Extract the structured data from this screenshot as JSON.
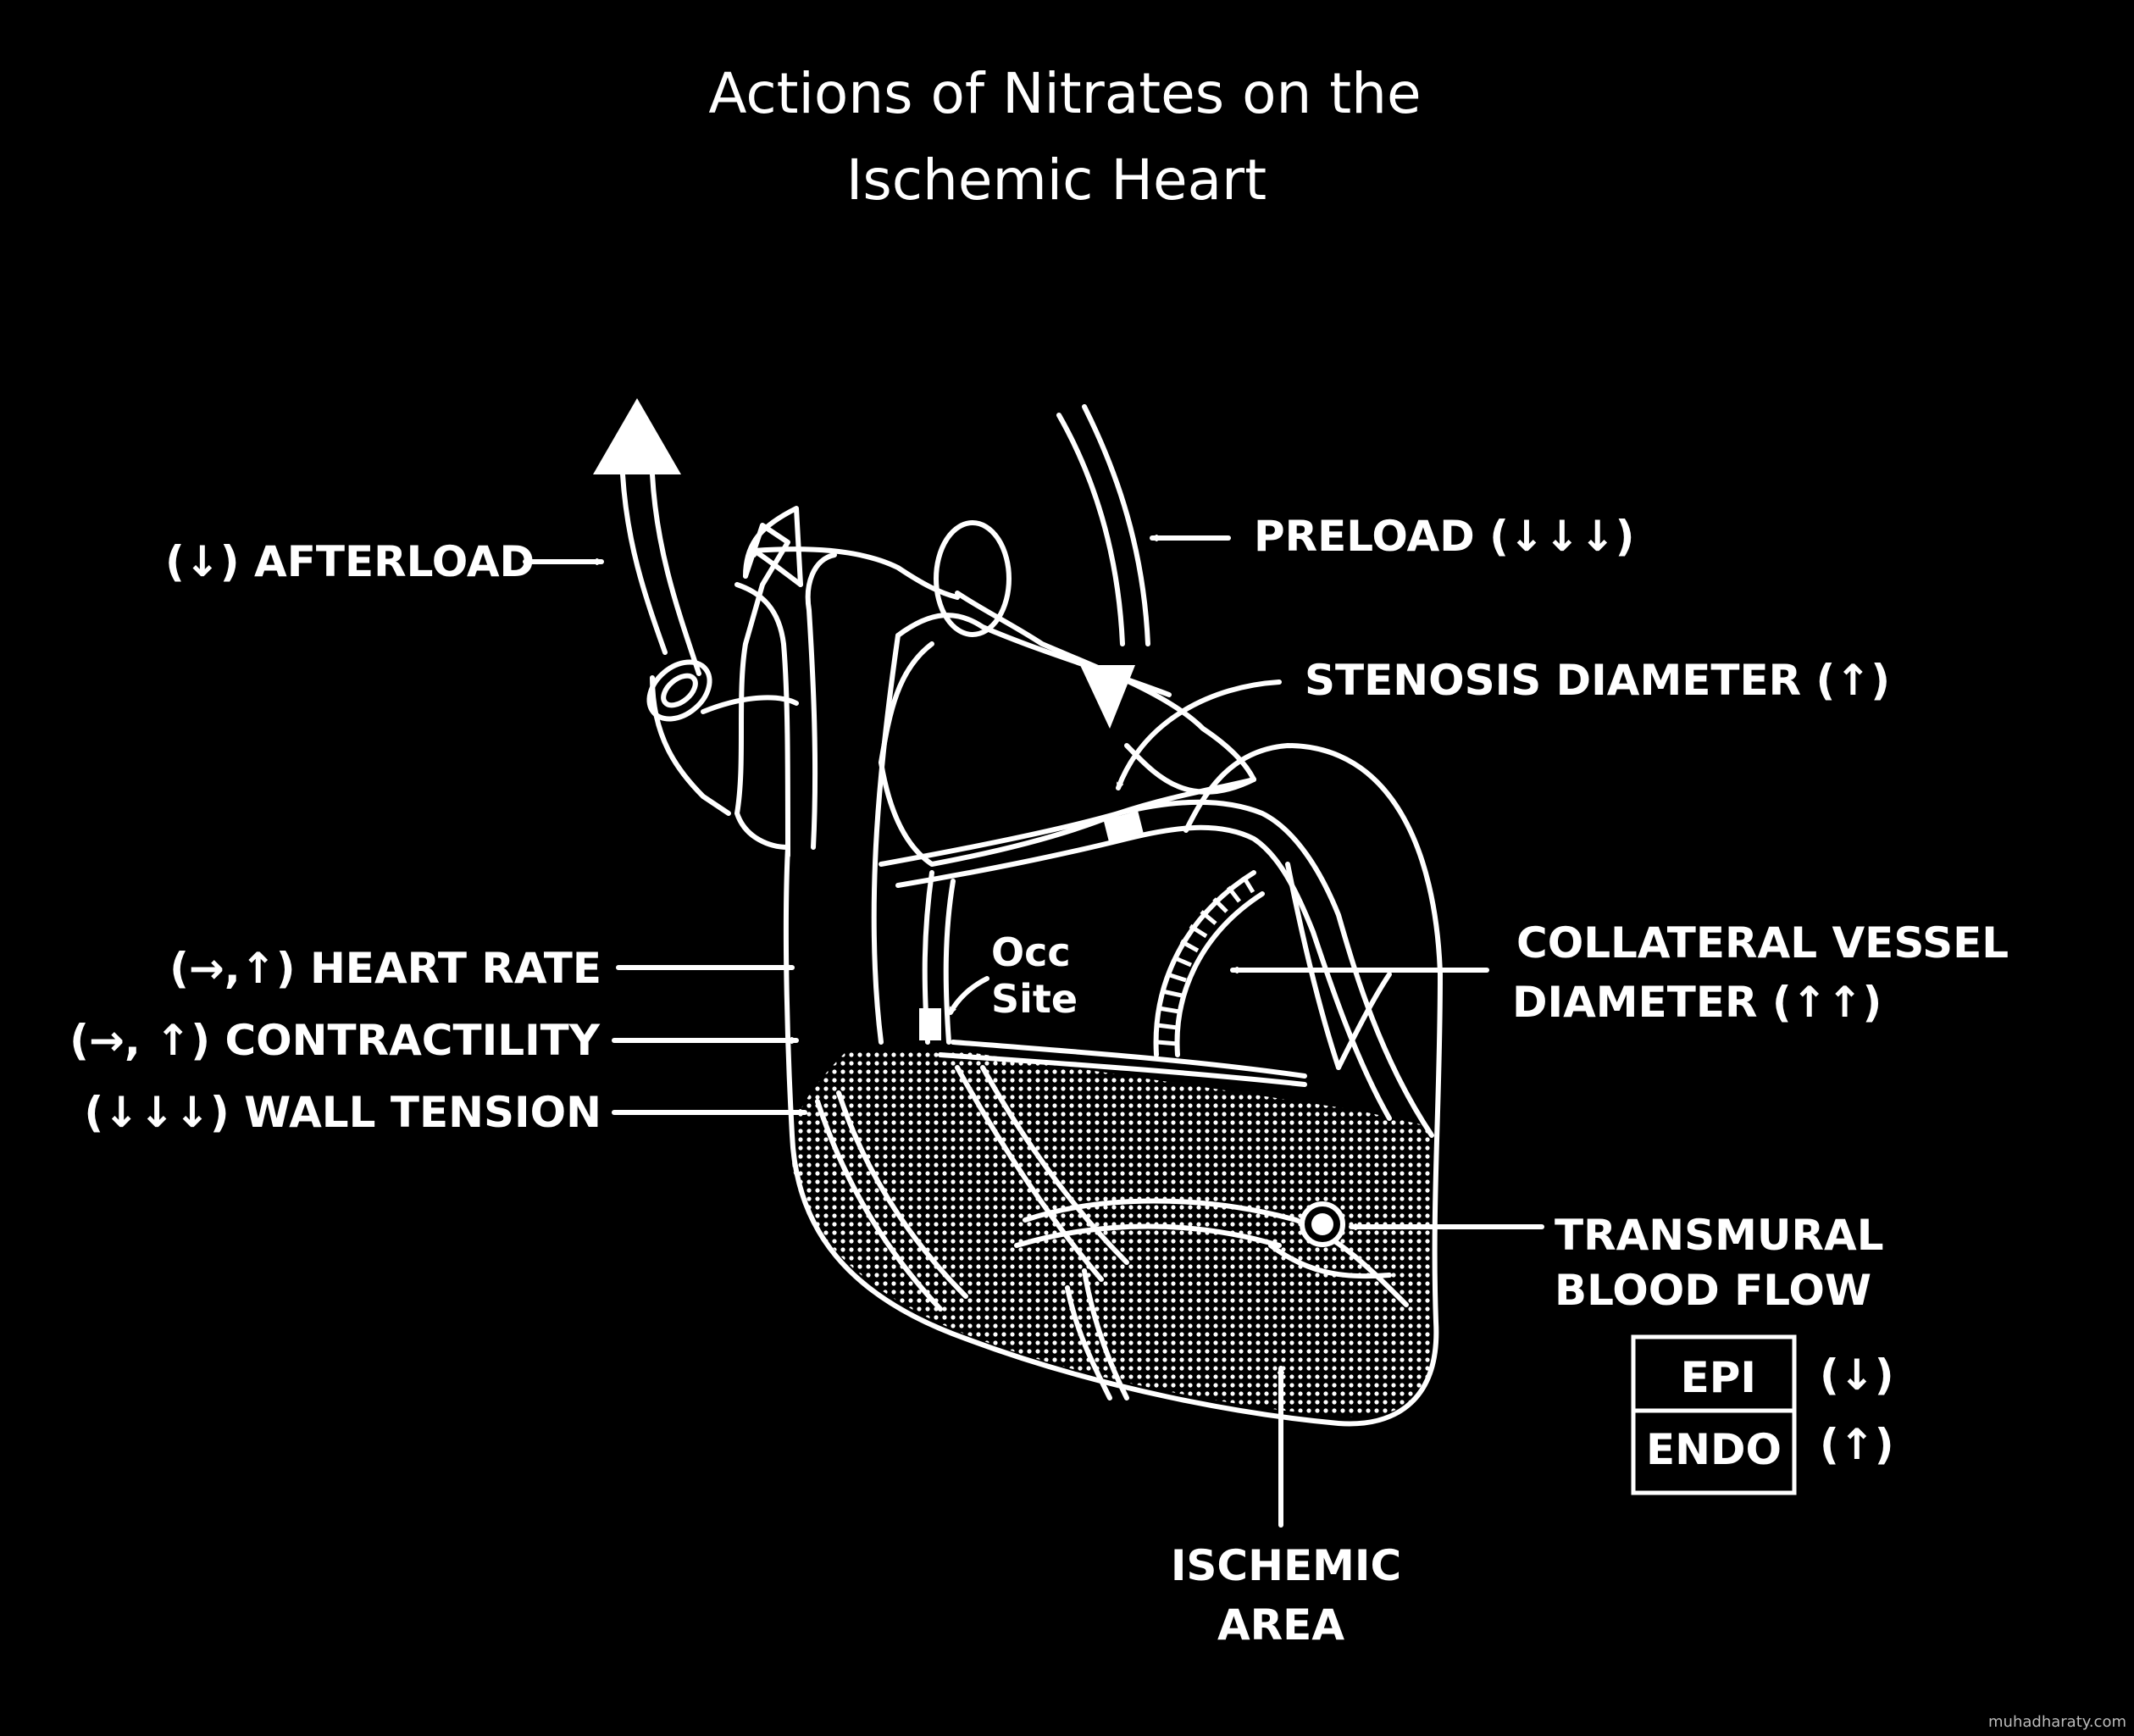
{
  "title": {
    "line1": "Actions of Nitrates on the",
    "line2": "Ischemic Heart"
  },
  "labels": {
    "afterload": "(↓) AFTERLOAD",
    "preload": "PRELOAD (↓↓↓)",
    "stenosis": "STENOSIS DIAMETER (↑)",
    "heart_rate": "(→,↑) HEART RATE",
    "contractility": "(→, ↑) CONTRACTILITY",
    "wall_tension": "(↓↓↓) WALL TENSION",
    "occ_line1": "Occ",
    "occ_line2": "Site",
    "collateral_line1": "COLLATERAL VESSEL",
    "collateral_line2": "DIAMETER (↑↑)",
    "transmural_line1": "TRANSMURAL",
    "transmural_line2": "BLOOD FLOW",
    "epi": "EPI",
    "epi_change": "(↓)",
    "endo": "ENDO",
    "endo_change": "(↑)",
    "ischemic_line1": "ISCHEMIC",
    "ischemic_line2": "AREA"
  },
  "watermark": "muhadharaty.com",
  "colors": {
    "background": "#000000",
    "foreground": "#ffffff"
  }
}
